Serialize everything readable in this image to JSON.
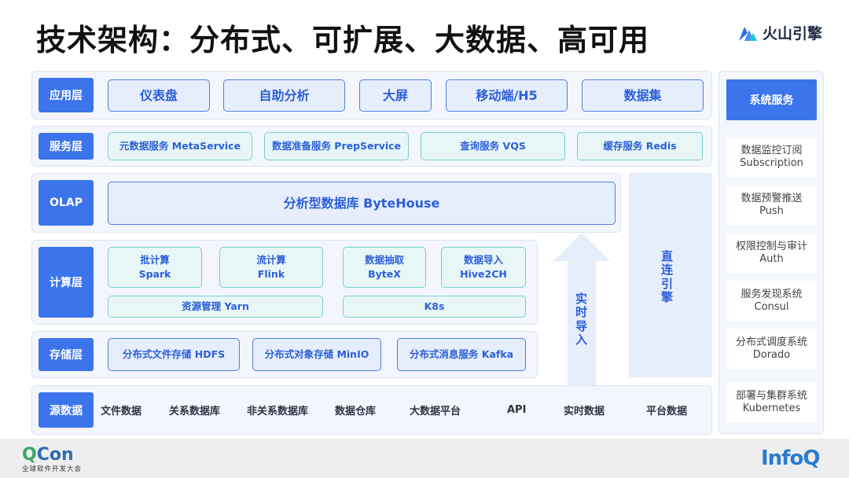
{
  "title": "技术架构：分布式、可扩展、大数据、高可用",
  "brand": {
    "name": "火山引擎",
    "icon": "volcano-engine-logo-icon",
    "color": "#2b6cf0"
  },
  "colors": {
    "label_blue": "#3c74ec",
    "box_blue": "#4f7fe6",
    "box_teal": "#79cfd0",
    "text_blue": "#2b5fd9",
    "panel_bg": "#f3f6fc"
  },
  "layers": {
    "app": {
      "label": "应用层",
      "items": [
        "仪表盘",
        "自助分析",
        "大屏",
        "移动端/H5",
        "数据集"
      ]
    },
    "service": {
      "label": "服务层",
      "items": [
        "元数据服务 MetaService",
        "数据准备服务 PrepService",
        "查询服务 VQS",
        "缓存服务 Redis"
      ]
    },
    "olap": {
      "label": "OLAP",
      "item": "分析型数据库 ByteHouse"
    },
    "compute": {
      "label": "计算层",
      "items": [
        {
          "line1": "批计算",
          "line2": "Spark"
        },
        {
          "line1": "流计算",
          "line2": "Flink"
        },
        {
          "line1": "数据抽取",
          "line2": "ByteX"
        },
        {
          "line1": "数据导入",
          "line2": "Hive2CH"
        }
      ],
      "yarn": "资源管理 Yarn",
      "k8s": "K8s"
    },
    "storage": {
      "label": "存储层",
      "items": [
        "分布式文件存储 HDFS",
        "分布式对象存储 MinIO",
        "分布式消息服务 Kafka"
      ]
    },
    "source": {
      "label": "源数据",
      "items": [
        "文件数据",
        "关系数据库",
        "非关系数据库",
        "数据仓库",
        "大数据平台",
        "API",
        "实时数据",
        "平台数据"
      ]
    }
  },
  "realtime_import": [
    "实",
    "时",
    "导",
    "入"
  ],
  "direct_engine": [
    "直",
    "连",
    "引",
    "擎"
  ],
  "system_services": {
    "title": "系统服务",
    "items": [
      {
        "cn": "数据监控订阅",
        "en": "Subscription"
      },
      {
        "cn": "数据预警推送",
        "en": "Push"
      },
      {
        "cn": "权限控制与审计",
        "en": "Auth"
      },
      {
        "cn": "服务发现系统",
        "en": "Consul"
      },
      {
        "cn": "分布式调度系统",
        "en": "Dorado"
      },
      {
        "cn": "部署与集群系统",
        "en": "Kubernetes"
      }
    ]
  },
  "footer": {
    "qcon_q": "Q",
    "qcon_rest": "Con",
    "qcon_sub": "全球软件开发大会",
    "infoq": "InfoQ"
  }
}
